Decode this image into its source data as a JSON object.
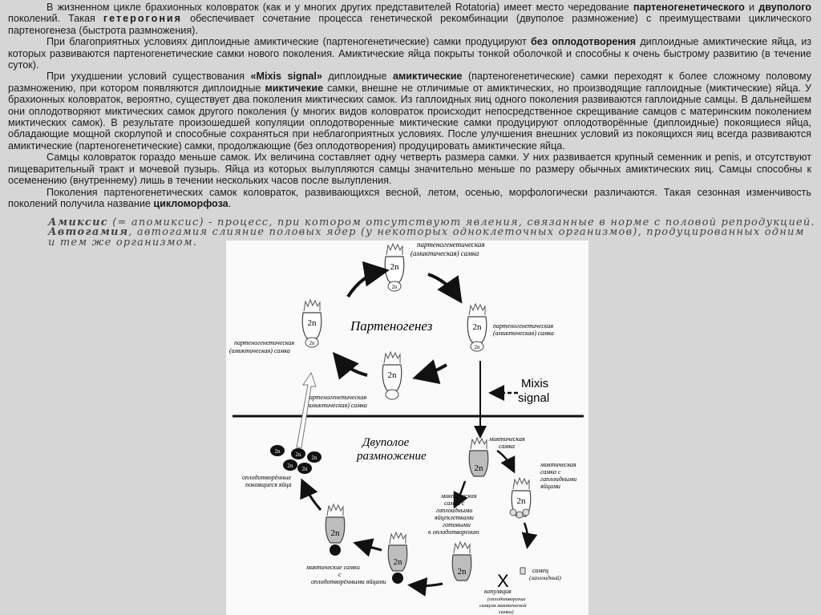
{
  "paragraphs": [
    {
      "a": "В жизненном цикле брахионных коловраток (как и у многих других представителей Rotatoria) имеет место чередование ",
      "b1": "партеногенетического",
      "c": " и ",
      "b2": "двуполого",
      "d": " поколений. Такая ",
      "sp": "гетерогония",
      "e": " обеспечивает сочетание процесса генетической рекомбинации (двуполое размножение) с преимуществами циклического партеногенеза (быстрота размножения)."
    },
    {
      "a": "При благоприятных условиях диплоидные амиктические (партеногенетические) самки продуцируют ",
      "b1": "без оплодотворения",
      "c": " диплоидные амиктические яйца, из которых развиваются партеногенетические самки нового поколения. Амиктические яйца покрыты тонкой оболочкой и способны к очень быстрому развитию (в течение суток)."
    },
    {
      "a": "При ухудшении условий существования ",
      "b1": "«Mixis signal»",
      "c": " диплоидные ",
      "b2": "амиктические",
      "d": " (партеногенетические) самки переходят к более сложному половому размножению, при котором появляются диплоидные ",
      "b3": "миктичекие",
      "e": " самки, внешне не отличимые от амиктических, но производящие гаплоидные (миктические) яйца. У брахионных коловраток, вероятно, существует два поколения миктических самок. Из гаплоидных яиц одного поколения развиваются гаплоидные самцы. В дальнейшем они оплодотворяют миктических самок другого поколения (у многих видов коловраток происходит непосредственное скрещивание самцов с материнским поколением миктических самок). В результате произошедшей копуляции оплодотворенные миктические самки продуцируют оплодотворённые (диплоидные) покоящиеся яйца, обладающие мощной скорлупой и способные сохраняться при неблагоприятных условиях. После улучшения внешних условий из покоящихся яиц всегда развиваются амиктические (партеногенетические) самки, продолжающие (без оплодотворения) продуцировать амиктические яйца."
    },
    {
      "a": "Самцы коловраток гораздо меньше самок. Их величина составляет одну четверть размера самки. У них развивается крупный семенник и penis, и отсутствуют пищеварительный тракт и мочевой пузырь. Яйца из которых вылупляются самцы значительно меньше по размеру обычных амиктических яиц. Самцы способны к осеменению (внутреннему) лишь в течении нескольких часов после вылупления."
    },
    {
      "a": "Поколения партеногенетических самок коловраток, развивающихся весной, летом, осенью, морфологически различаются. Такая сезонная изменчивость поколений получила название ",
      "b1": "цикломорфоза",
      "c": "."
    }
  ],
  "definitions": [
    {
      "term": "Амиксис",
      "text": " (= апомиксис) - процесс, при котором отсутствуют явления, связанные в норме с половой репродукцией."
    },
    {
      "term": "Автогамия",
      "text": ", автогамия слияние половых ядер (у некоторых одноклеточных организмов), продуцированных одним и тем же организмом."
    }
  ],
  "figure": {
    "label_parthenogenesis": "Партеногенез",
    "label_sexual_1": "Двуполое",
    "label_sexual_2": "размножение",
    "mixis_1": "Mixis",
    "mixis_2": "signal",
    "ploidy": "2n",
    "top_female": [
      "партеногенетическая",
      "(амиктическая) самка"
    ],
    "right_female": [
      "партеногенетическая",
      "(амиктическая) самка"
    ],
    "left_female": [
      "партеногенетическая",
      "(амиктическая) самка"
    ],
    "bottom_female": [
      "партеногенетическая",
      "(амиктическая) самка"
    ],
    "mictic_female": [
      "миктическая",
      "самка"
    ],
    "mictic_haploid_eggs": [
      "миктическая",
      "самка с",
      "гаплоидными",
      "яйцами"
    ],
    "mictic_ready": [
      "миктическая",
      "самка с",
      "гаплоидными",
      "яйцеклетками",
      "готовыми",
      "к оплодотворению"
    ],
    "resting_eggs": [
      "оплодотворённые",
      "покоящиеся яйца"
    ],
    "mictic_fertilized": [
      "миктические самки",
      "с",
      "оплодотворёнными яйцами"
    ],
    "male": [
      "самец",
      "(гаплоидный)"
    ],
    "copulation": [
      "копуляция",
      "(оплодотворение",
      "самцом миктической",
      "самки)"
    ],
    "cross": "X"
  }
}
